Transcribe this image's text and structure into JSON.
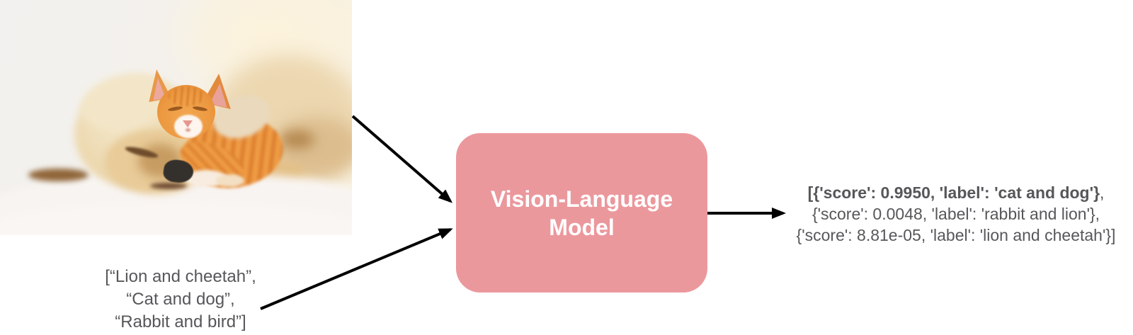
{
  "input_image": {
    "description": "Cream puppy sleeping on a white blanket with a ginger tabby kitten resting on its head"
  },
  "input_text": {
    "lines": [
      "[“Lion and cheetah”,",
      "“Cat and dog”,",
      "“Rabbit and bird”]"
    ]
  },
  "model_box": {
    "lines": [
      "Vision-Language",
      "Model"
    ],
    "bg_color": "#eb989d",
    "text_color": "#ffffff"
  },
  "output_text": {
    "line1_bold": "[{'score': 0.9950, 'label': 'cat and dog'}",
    "line1_tail": ",",
    "line2": "{'score': 0.0048, 'label': 'rabbit and lion'},",
    "line3": "{'score': 8.81e-05, 'label': 'lion and cheetah'}]"
  },
  "colors": {
    "arrow": "#000000",
    "text_gray": "#57575a"
  }
}
